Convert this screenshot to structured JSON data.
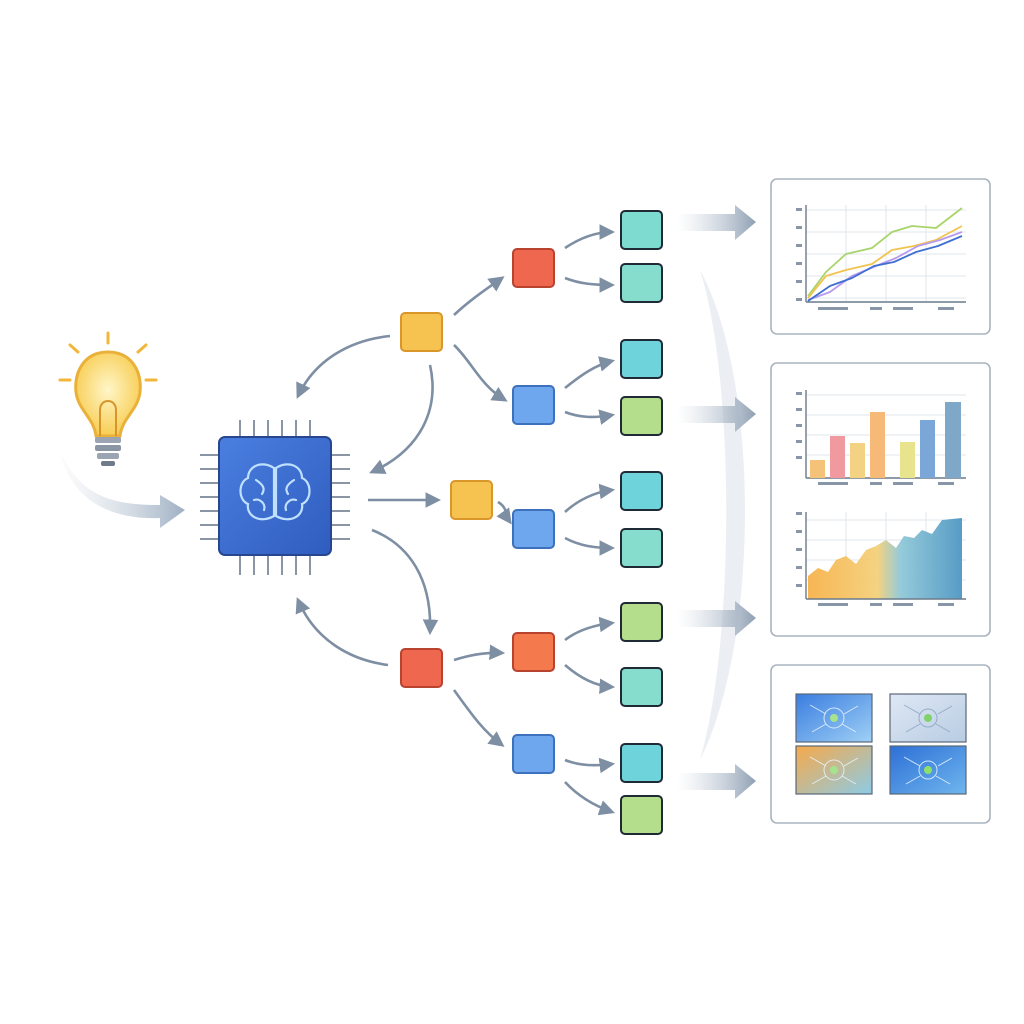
{
  "palette": {
    "yellow": "#f6c350",
    "red": "#f0674f",
    "blue": "#6fa7ee",
    "teal": "#7ddbd0",
    "cyan": "#6fd3dc",
    "green": "#b4dd8c",
    "chip": "#3f6fd0",
    "arrow": "#7e8ea3",
    "panel_border": "#a9b3bf"
  },
  "icons": {
    "idea": "lightbulb-icon",
    "processor": "brain-chip-icon"
  },
  "nodes": [
    {
      "id": "level1-top",
      "color": "yellow"
    },
    {
      "id": "level1-middle",
      "color": "yellow"
    },
    {
      "id": "level1-bottom",
      "color": "red"
    },
    {
      "id": "level2-a",
      "color": "red"
    },
    {
      "id": "level2-b",
      "color": "blue"
    },
    {
      "id": "level2-c",
      "color": "blue"
    },
    {
      "id": "level2-d",
      "color": "red"
    },
    {
      "id": "level2-e",
      "color": "blue"
    },
    {
      "id": "leaf-1",
      "color": "teal"
    },
    {
      "id": "leaf-2",
      "color": "teal"
    },
    {
      "id": "leaf-3",
      "color": "cyan"
    },
    {
      "id": "leaf-4",
      "color": "green"
    },
    {
      "id": "leaf-5",
      "color": "cyan"
    },
    {
      "id": "leaf-6",
      "color": "teal"
    },
    {
      "id": "leaf-7",
      "color": "green"
    },
    {
      "id": "leaf-8",
      "color": "teal"
    },
    {
      "id": "leaf-9",
      "color": "cyan"
    },
    {
      "id": "leaf-10",
      "color": "green"
    }
  ],
  "panels": [
    {
      "id": "line-chart-panel",
      "content": "line-chart"
    },
    {
      "id": "bar-area-panel",
      "content": "bar-and-area-charts"
    },
    {
      "id": "image-grid-panel",
      "content": "image-thumbnails"
    }
  ]
}
